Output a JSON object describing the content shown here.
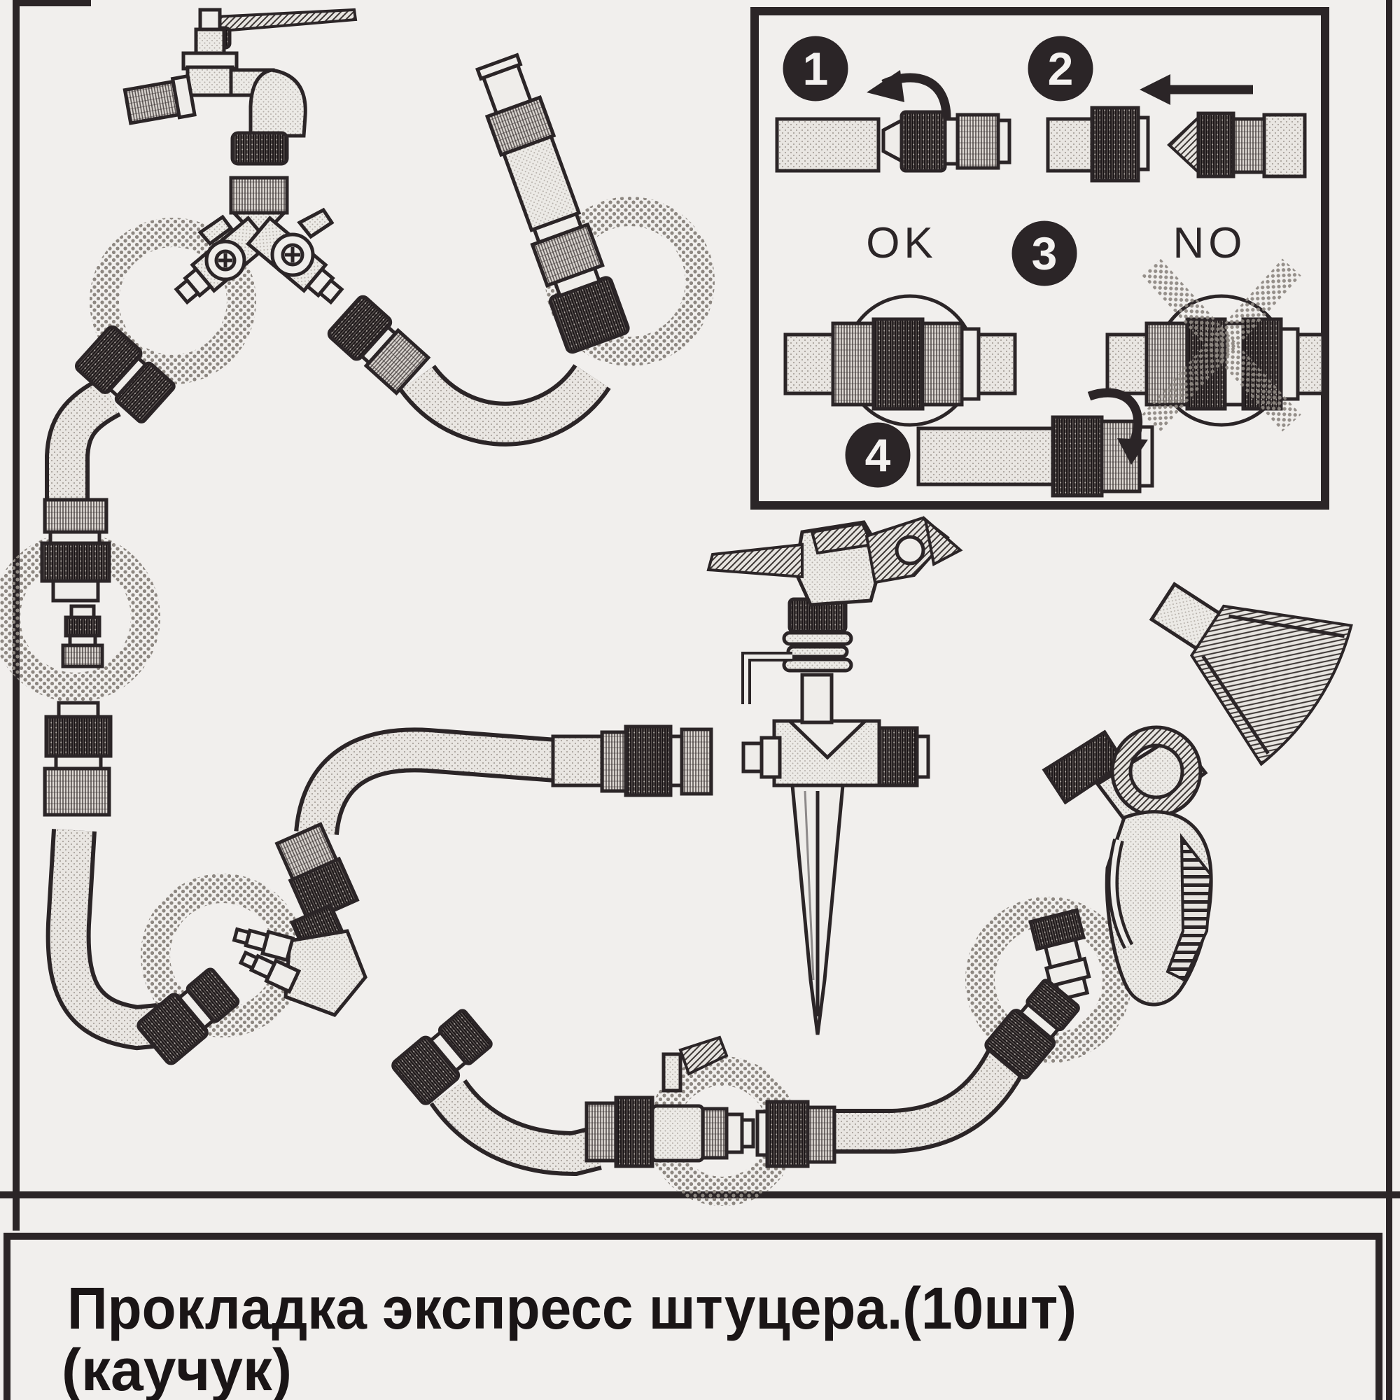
{
  "caption": {
    "line1": "Прокладка экспресс штуцера.(10шт)",
    "line2": "(каучук)"
  },
  "inset": {
    "steps": [
      {
        "n": "1"
      },
      {
        "n": "2"
      },
      {
        "n": "3"
      },
      {
        "n": "4"
      }
    ],
    "ok": "OK",
    "no": "NO"
  },
  "colors": {
    "ink": "#2b2527",
    "paper": "#f1efed",
    "hose": "#e9e6e2",
    "halftone": "#8d8781"
  },
  "icons": [
    "faucet-icon",
    "two-way-splitter-icon",
    "quick-coupler-icon",
    "hose-adapter-icon",
    "spray-nozzle-icon",
    "y-splitter-icon",
    "impulse-sprinkler-icon",
    "ground-spike-icon",
    "ball-valve-icon",
    "spray-gun-icon",
    "highlight-ring-icon",
    "arrow-icon",
    "cross-icon"
  ]
}
